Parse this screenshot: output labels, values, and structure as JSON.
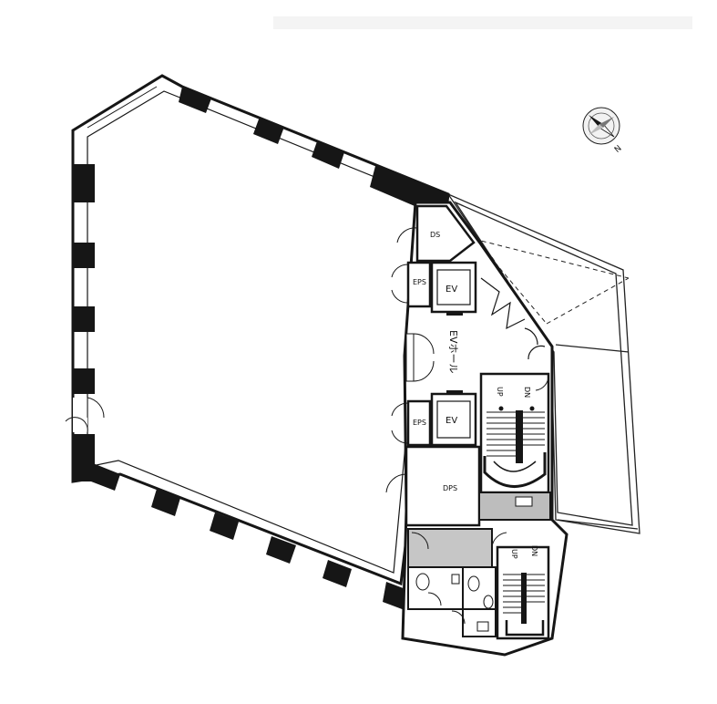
{
  "labels": {
    "ds": "DS",
    "eps_upper": "EPS",
    "ev_upper": "EV",
    "ev_hall": "EVホール",
    "eps_lower": "EPS",
    "ev_lower": "EV",
    "up_main": "UP",
    "dn_main": "DN",
    "dps": "DPS",
    "up_sub": "UP",
    "dn_sub": "DN"
  },
  "compass": {
    "north_label": "N",
    "icon": "compass-icon"
  },
  "colors": {
    "wall": "#161616",
    "line": "#222222",
    "glass": "#ffffff",
    "shade": "#b9b9b9",
    "light_shade": "#d3d3d3",
    "background": "#ffffff"
  }
}
